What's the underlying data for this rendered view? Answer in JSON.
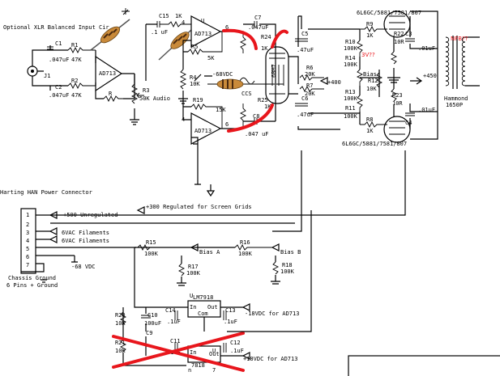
{
  "labels": {
    "xlr_title": "Optional XLR Balanced Input Cir",
    "c1": "C1",
    "c1_val": ".047uF",
    "c2": "C2",
    "c2_val": ".047uF",
    "r1": "R1",
    "r1_val": "47K",
    "r2": "R2",
    "r2_val": "47K",
    "j1": "J1",
    "ad713_a": "AD713",
    "r_fb": "R",
    "r3": "R3",
    "r3_val": "50K Audio",
    "c15": "C15",
    "c15_val": ".1 uF",
    "c15_r": "1K",
    "r5": "R5",
    "r5_val": "5K",
    "ad713_b": "AD713",
    "c7": "C7",
    "c7_val": ".047uF",
    "r24": "R24",
    "r24_val": "1K",
    "r4": "R4",
    "r4_val": "10K",
    "neg68": "-68VDC",
    "r19": "R19",
    "r19_val": "15K",
    "ad713_c": "AD713",
    "c8": "C8",
    "c8_val": ".047 uF",
    "r25": "R25",
    "r25_val": "1K",
    "tube_6bm8": "6BM7",
    "ccs": "CCS",
    "c5": "C5",
    "c5_val": ".47uF",
    "c6": "C6",
    "c6_val": ".47uF",
    "r6": "R6",
    "r6_val": "20K",
    "r7": "R7",
    "r7_val": "20K",
    "plus400": "+400",
    "bias": "Bias",
    "r10": "R10",
    "r10_val": "100K",
    "r14": "R14",
    "r14_val": "100K",
    "r13": "R13",
    "r13_val": "100K",
    "r11": "R11",
    "r11_val": "100K",
    "r12": "R12",
    "r12_val": "10K",
    "r9": "R9",
    "r9_val": "1K",
    "r8": "R8",
    "r8_val": "1K",
    "r22": "R22",
    "r22_val": "10R",
    "r23": "R23",
    "r23_val": "10R",
    "c3": "C3",
    "c3_val": ".01uF",
    "c4": "C4",
    "c4_val": ".01uF",
    "tube_top": "6L6GC/5881/7581/807",
    "tube_bot": "6L6GC/5881/7581/807",
    "plus450": "+450",
    "hammond": "Hammond",
    "hammond_model": "1650P",
    "harting_title": "Harting HAN Power Connector",
    "pins": [
      "1",
      "2",
      "3",
      "4",
      "5",
      "6",
      "7"
    ],
    "unreg": "+500 Unregulated",
    "vac1": "6VAC Filaments",
    "vac2": "6VAC Filaments",
    "neg68b": "-68 VDC",
    "chassis": "Chassis Ground",
    "pins_ground": "6 Pins + Ground",
    "screen_grids": "+300 Regulated for Screen Grids",
    "r15": "R15",
    "r15_val": "100K",
    "r16": "R16",
    "r16_val": "100K",
    "bias_a": "Bias A",
    "bias_b": "Bias B",
    "r17": "R17",
    "r17_val": "100K",
    "r18": "R18",
    "r18_val": "100K",
    "lm7918": "LM7918",
    "reg_u": "U",
    "reg_in": "In",
    "reg_out": "Out",
    "reg_com": "Com",
    "c14": "C14",
    "c13": "C13",
    "c10": "C10",
    "c10_val": "100uF",
    "r20": "R20",
    "r20_val": "10K",
    "c9": "C9",
    "r21": "R21",
    "r21_val": "10K",
    "c11": "C11",
    "c12": "C12",
    "c14_val": ".1uF",
    "c13_val": ".1uF",
    "c11_val": ".1uF",
    "c12_val": ".1uF",
    "neg18": "-18VDC for AD713",
    "pos18": "+18VDC for AD713",
    "reg2": "U",
    "reg2_name": "7818",
    "reg2_pin": "7",
    "in2": "In",
    "out2": "Out",
    "gnd_n": "n",
    "u_marker": "U",
    "num4": "4",
    "num6": "6",
    "num4b": "4",
    "num6b": "6"
  },
  "annotations": {
    "nfb": "NFB??",
    "threev": "3V??"
  },
  "colors": {
    "ink": "#000000",
    "annotation_red": "#e8161c",
    "resistor_body": "#c98a3a"
  }
}
